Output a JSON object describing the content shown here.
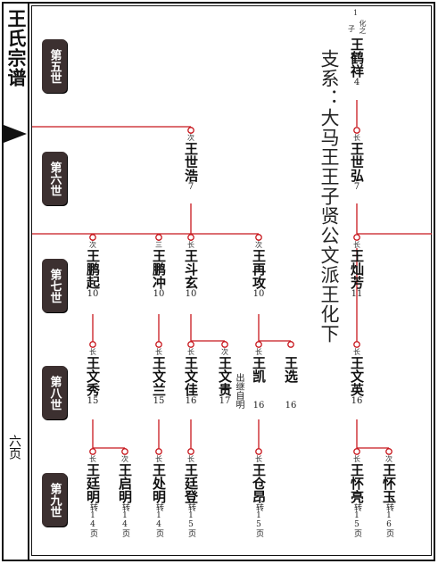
{
  "book": {
    "title": "王氏宗谱",
    "page_no": "六页"
  },
  "branch_title": "支系：大马王王子贤公文派王化下",
  "generations": [
    "第五世",
    "第六世",
    "第七世",
    "第八世",
    "第九世"
  ],
  "root": {
    "top_note_num": "1",
    "top_note_a": "化之",
    "top_note_b": "子",
    "name": "王鹤祥",
    "num": "4"
  },
  "gen6": [
    {
      "rank": "长",
      "name": "王世弘",
      "num": "7"
    },
    {
      "rank": "次",
      "name": "王世浩",
      "num": "7"
    }
  ],
  "gen7": [
    {
      "rank": "长",
      "name": "王灿芳",
      "num": "11"
    },
    {
      "rank": "次",
      "name": "王再攻",
      "num": "10"
    },
    {
      "rank": "长",
      "name": "王斗玄",
      "num": "10"
    },
    {
      "rank": "三",
      "name": "王鹏冲",
      "num": "10"
    },
    {
      "rank": "次",
      "name": "王鹏起",
      "num": "10"
    }
  ],
  "gen8": [
    {
      "rank": "长",
      "name": "王文英",
      "num": "16"
    },
    {
      "rank": "",
      "name": "王选",
      "num": "16"
    },
    {
      "rank": "长",
      "name": "王凯",
      "num": "16"
    },
    {
      "rank": "次",
      "name": "王文贵",
      "num": "17"
    },
    {
      "rank": "长",
      "name": "王文佳",
      "num": "16"
    },
    {
      "rank": "长",
      "name": "王文兰",
      "num": "15"
    },
    {
      "rank": "长",
      "name": "王文秀",
      "num": "15"
    }
  ],
  "gen8_note": "出继自明",
  "gen9": [
    {
      "rank": "次",
      "name": "王怀玉",
      "num": "转16页"
    },
    {
      "rank": "长",
      "name": "王怀亮",
      "num": "转15页"
    },
    {
      "rank": "长",
      "name": "王仓昂",
      "num": "转15页"
    },
    {
      "rank": "长",
      "name": "王廷登",
      "num": "转15页"
    },
    {
      "rank": "长",
      "name": "王处明",
      "num": "转14页"
    },
    {
      "rank": "次",
      "name": "王启明",
      "num": "转14页"
    },
    {
      "rank": "长",
      "name": "王廷明",
      "num": "转14页"
    }
  ],
  "colors": {
    "line": "#c8181e",
    "badge": "#3c3030"
  }
}
